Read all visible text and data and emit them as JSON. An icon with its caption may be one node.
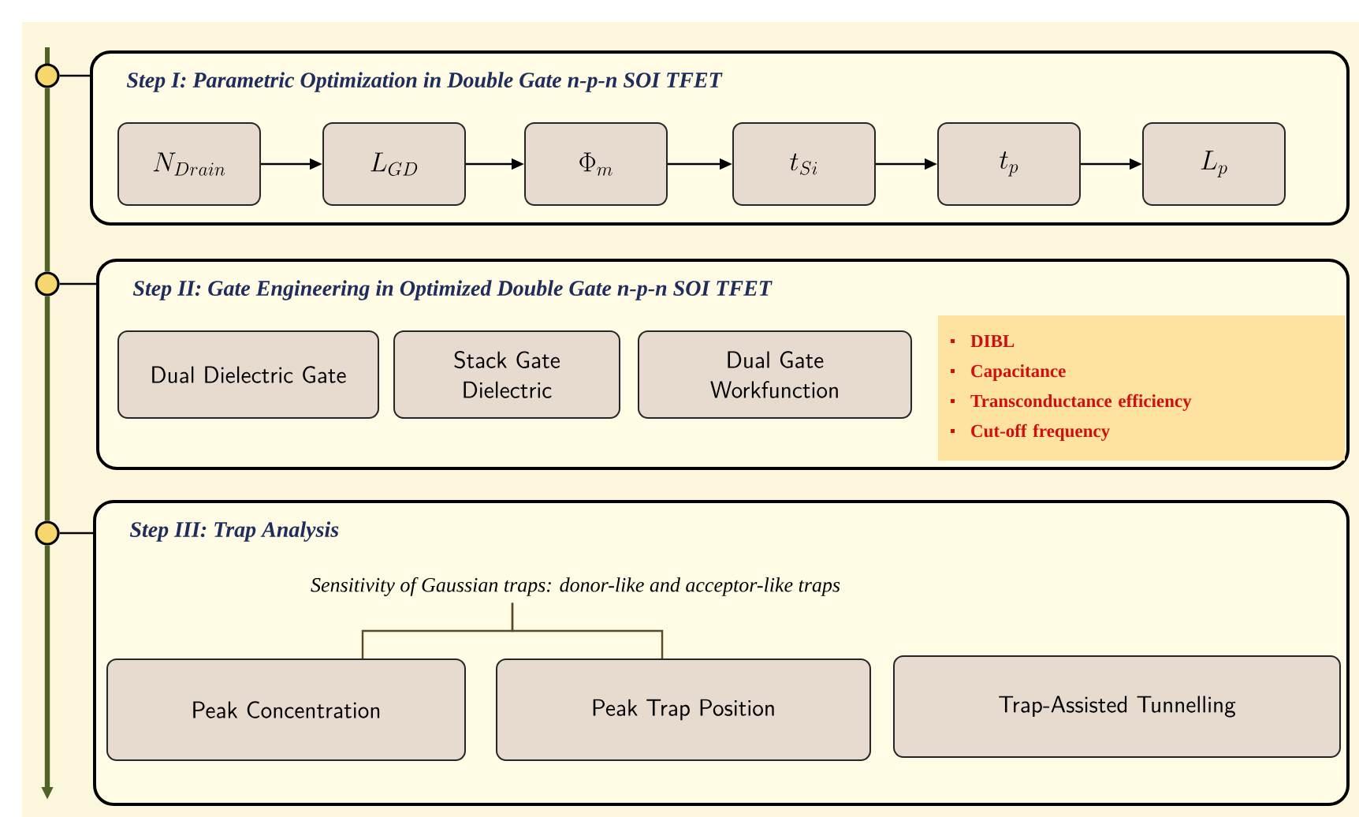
{
  "diagram": {
    "nodes": [
      {
        "text": [
          "Step I: Parametric Optimization in Double Gate n-p-n SOI TFET"
        ]
      },
      {
        "text": [
          "N_{Drain}"
        ],
        "in": 0
      },
      {
        "text": [
          "L_{GD}"
        ],
        "in": 0
      },
      {
        "text": [
          "\\Phi_{m}"
        ],
        "in": 0
      },
      {
        "text": [
          "t_{Si}"
        ],
        "in": 0
      },
      {
        "text": [
          "t_{p}"
        ],
        "in": 0
      },
      {
        "text": [
          "L_{p}"
        ],
        "in": 0
      },
      {
        "text": [
          "Step II: Gate Engineering in Optimized Double Gate n-p-n SOI TFET"
        ]
      },
      {
        "text": [
          "Dual Dielectric Gate"
        ],
        "in": 7
      },
      {
        "text": [
          "Stack Gate Dielectric"
        ],
        "in": 7
      },
      {
        "text": [
          "Dual Gate Workfunction"
        ],
        "in": 7
      },
      {
        "text": [
          "DIBL",
          "Capacitance",
          "Transconductance efficiency",
          "Cut-off frequency"
        ],
        "in": 7
      },
      {
        "text": [
          "Step III: Trap Analysis"
        ]
      },
      {
        "text": [
          "Sensitivity of Gaussian traps: donor-like and acceptor-like traps"
        ],
        "in": 12
      },
      {
        "text": [
          "Peak Concentration"
        ],
        "in": 12
      },
      {
        "text": [
          "Peak Trap Position"
        ],
        "in": 12
      },
      {
        "text": [
          "Trap-Assisted Tunnelling"
        ],
        "in": 12
      },
      {
        "text": [],
        "shape": "circle"
      },
      {
        "text": [],
        "shape": "circle"
      },
      {
        "text": [],
        "shape": "circle"
      }
    ],
    "edges": [
      {
        "from": 1,
        "to": 2,
        "arrow": "to"
      },
      {
        "from": 2,
        "to": 3,
        "arrow": "to"
      },
      {
        "from": 3,
        "to": 4,
        "arrow": "to"
      },
      {
        "from": 4,
        "to": 5,
        "arrow": "to"
      },
      {
        "from": 5,
        "to": 6,
        "arrow": "to"
      },
      {
        "from": 13,
        "to": 14,
        "arrow": "none",
        "color": "#5a4a2a"
      },
      {
        "from": 13,
        "to": 15,
        "arrow": "none",
        "color": "#5a4a2a"
      },
      {
        "from": 17,
        "to": 18,
        "arrow": "none",
        "style": "thick",
        "color": "#4f6228"
      },
      {
        "from": 18,
        "to": 19,
        "arrow": "none",
        "style": "thick",
        "color": "#4f6228"
      },
      {
        "from": 19,
        "to": null,
        "arrow": "to",
        "style": "thick",
        "color": "#4f6228"
      },
      {
        "from": 17,
        "to": 0,
        "arrow": "none"
      },
      {
        "from": 18,
        "to": 7,
        "arrow": "none"
      },
      {
        "from": 19,
        "to": 12,
        "arrow": "none"
      }
    ]
  }
}
